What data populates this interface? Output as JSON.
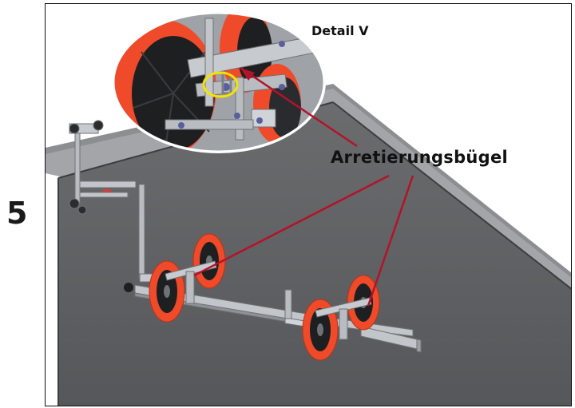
{
  "step": {
    "number": "5"
  },
  "detail": {
    "title": "Detail V"
  },
  "callout": {
    "label": "Arretierungsbügel"
  },
  "colors": {
    "floor": "#5e5f61",
    "floor_edge": "#3c3d3f",
    "wall_top": "#9a9b9d",
    "wheel_orange": "#ef4a2a",
    "wheel_dark": "#1e1f21",
    "frame_metal": "#b9bcc1",
    "leader_line": "#b3132a",
    "highlight_ring": "#f4e400",
    "bolt_blue": "#5a5f9c"
  },
  "icons": [
    "wheel-icon",
    "lock-bracket-icon",
    "bolt-icon"
  ]
}
